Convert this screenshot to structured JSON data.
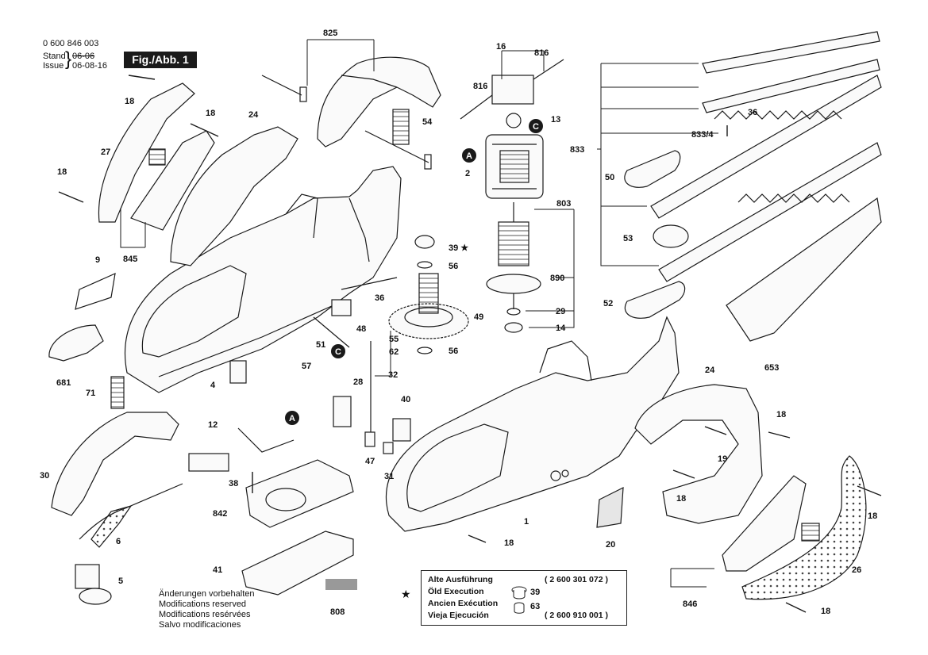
{
  "header": {
    "doc_number": "0 600 846 003",
    "stand_label": "Stand",
    "stand_value": "06-06",
    "issue_label": "Issue",
    "issue_value": "06-08-16",
    "figure_label": "Fig./Abb. 1"
  },
  "notes": [
    "Änderungen vorbehalten",
    "Modifications reserved",
    "Modifications resérvées",
    "Salvo modificaciones"
  ],
  "legend": {
    "star": "★",
    "lines": [
      "Alte Ausführung",
      "Öld Execution",
      "Ancien Exécution",
      "Vieja Ejecución"
    ],
    "code_old": "( 2 600 301 072 )",
    "code_new": "( 2 600 910 001 )",
    "part_old": "39",
    "part_new": "63"
  },
  "markers": [
    "A",
    "C"
  ],
  "callouts": {
    "c825": "825",
    "c16": "16",
    "c816a": "816",
    "c816b": "816",
    "c18a": "18",
    "c27": "27",
    "c18b": "18",
    "c24a": "24",
    "c54": "54",
    "c13": "13",
    "c2": "2",
    "c18c": "18",
    "c845": "845",
    "c9": "9",
    "c39": "39 ★",
    "c56a": "56",
    "c803": "803",
    "c890": "890",
    "c29": "29",
    "c14": "14",
    "c833": "833",
    "c8334": "833/4",
    "c36a": "36",
    "c50": "50",
    "c53": "53",
    "c52": "52",
    "c653": "653",
    "c36b": "36",
    "c48": "48",
    "c49": "49",
    "c55": "55",
    "c62": "62",
    "c56b": "56",
    "c51": "51",
    "c681": "681",
    "c57": "57",
    "c32": "32",
    "c4": "4",
    "c71": "71",
    "c28": "28",
    "c40": "40",
    "c12": "12",
    "c47": "47",
    "c31": "31",
    "c30": "30",
    "c38": "38",
    "c842": "842",
    "c1": "1",
    "c24b": "24",
    "c18d": "18",
    "c19": "19",
    "c18e": "18",
    "c20": "20",
    "c18f": "18",
    "c18g": "18",
    "c26": "26",
    "c846": "846",
    "c18h": "18",
    "c6": "6",
    "c5": "5",
    "c41": "41",
    "c808": "808"
  }
}
